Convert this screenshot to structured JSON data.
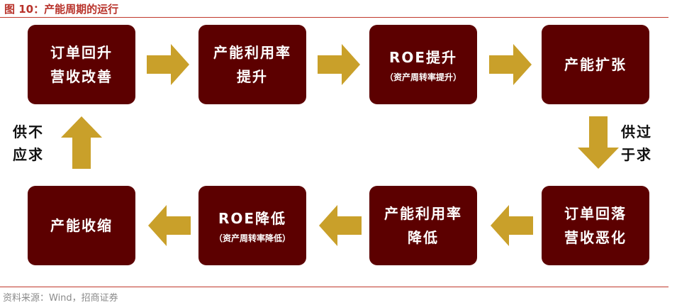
{
  "title": "图 10：产能周期的运行",
  "source": "资料来源：Wind，招商证券",
  "colors": {
    "box": "#5c0000",
    "arrow": "#c9a02a",
    "title": "#b8322a",
    "rule": "#c0392b"
  },
  "boxes": [
    {
      "line1": "订单回升",
      "line2": "营收改善",
      "sub": ""
    },
    {
      "line1": "产能利用率",
      "line2": "提升",
      "sub": ""
    },
    {
      "line1": "ROE提升",
      "line2": "",
      "sub": "（资产周转率提升）"
    },
    {
      "line1": "产能扩张",
      "line2": "",
      "sub": ""
    },
    {
      "line1": "订单回落",
      "line2": "营收恶化",
      "sub": ""
    },
    {
      "line1": "产能利用率",
      "line2": "降低",
      "sub": ""
    },
    {
      "line1": "ROE降低",
      "line2": "",
      "sub": "（资产周转率降低）"
    },
    {
      "line1": "产能收缩",
      "line2": "",
      "sub": ""
    }
  ],
  "side_labels": {
    "right": {
      "line1": "供过",
      "line2": "于求"
    },
    "left": {
      "line1": "供不",
      "line2": "应求"
    }
  }
}
